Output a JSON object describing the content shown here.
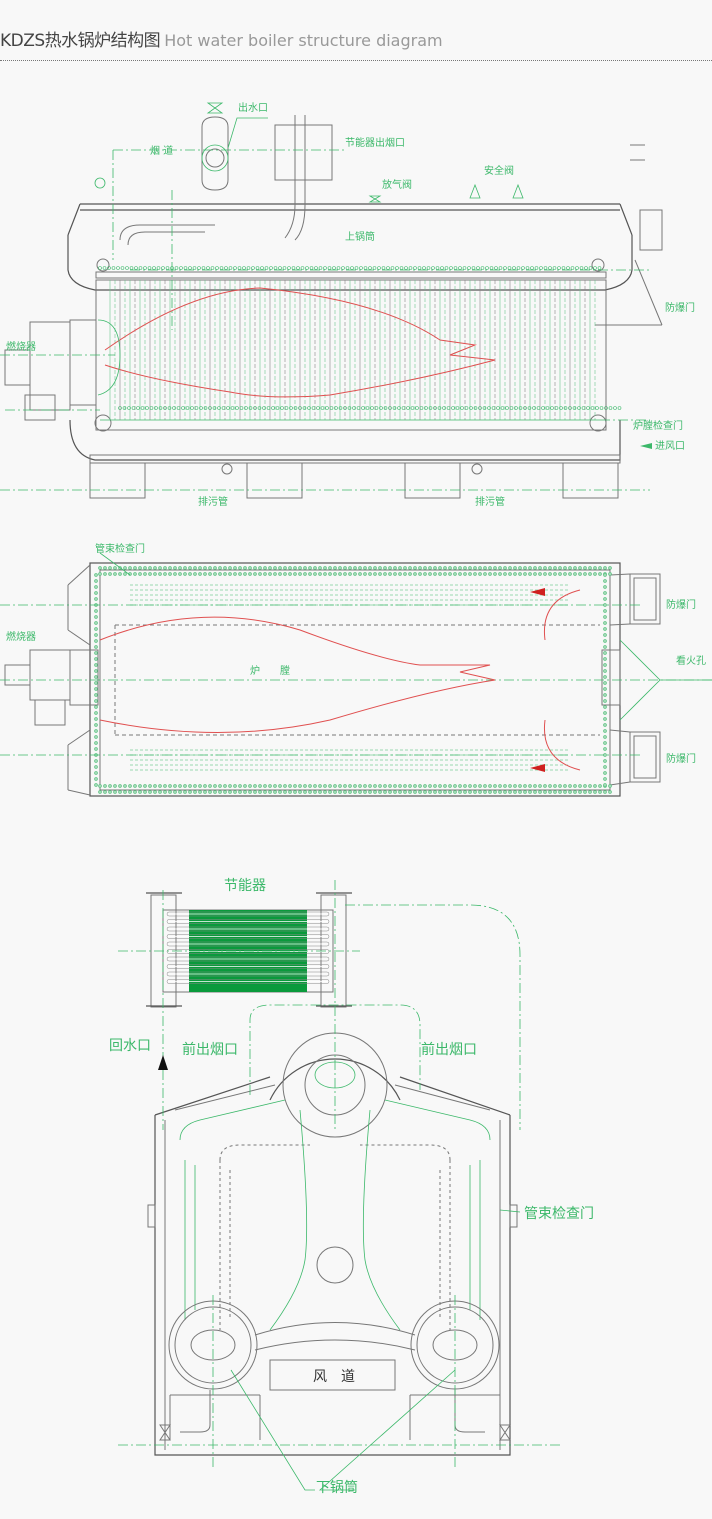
{
  "header": {
    "title_cn": "KDZS热水锅炉结构图",
    "title_en": "Hot water boiler structure diagram"
  },
  "side_view": {
    "labels": {
      "water_outlet": "出水口",
      "flue": "烟 道",
      "economizer_flue_outlet": "节能器出烟口",
      "vent_valve": "放气阀",
      "safety_valve": "安全阀",
      "upper_drum": "上锅筒",
      "burner": "燃烧器",
      "explosion_door": "防爆门",
      "furnace_inspection_door": "炉膛检查门",
      "air_inlet": "进风口",
      "blowdown_pipe_1": "排污管",
      "blowdown_pipe_2": "排污管"
    }
  },
  "plan_view": {
    "labels": {
      "tube_bundle_inspection_door": "管束检查门",
      "burner": "燃烧器",
      "furnace": "炉　　膛",
      "explosion_door_top": "防爆门",
      "explosion_door_bottom": "防爆门",
      "sight_hole": "看火孔"
    }
  },
  "end_view": {
    "labels": {
      "economizer": "节能器",
      "return_water_inlet": "回水口",
      "front_flue_outlet_left": "前出烟口",
      "front_flue_outlet_right": "前出烟口",
      "tube_bundle_inspection_door": "管束检查门",
      "air_duct": "风　道",
      "lower_drum": "下锅筒"
    }
  },
  "colors": {
    "line_green": "#3cb86a",
    "economizer_fill": "#0a9a3c",
    "flame_red": "#e05050",
    "drawing_gray": "#777777"
  }
}
